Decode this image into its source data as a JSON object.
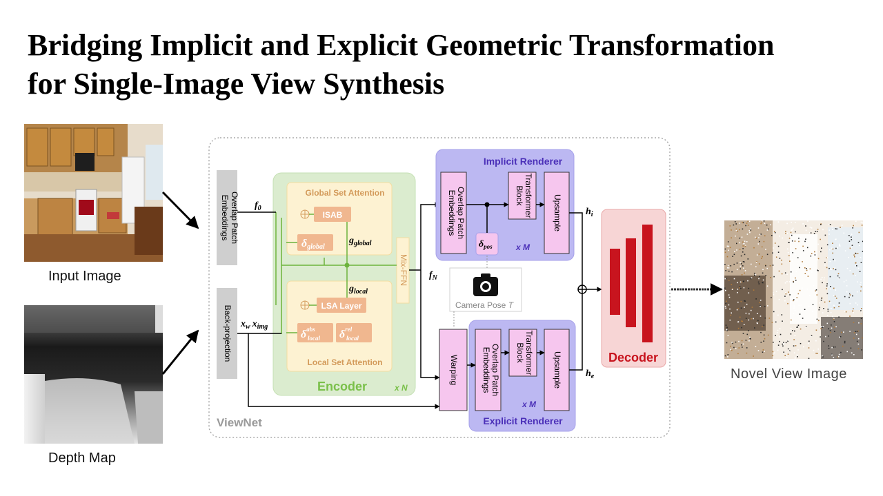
{
  "title": {
    "line1": "Bridging Implicit and Explicit Geometric Transformation",
    "line2": "for Single-Image View Synthesis"
  },
  "inputs": {
    "input_image_label": "Input Image",
    "depth_map_label": "Depth Map"
  },
  "output": {
    "label": "Novel View Image"
  },
  "viewnet": {
    "name": "ViewNet",
    "overlap_patch": [
      "Overlap Patch",
      "Embeddings"
    ],
    "back_projection": "Back-projection",
    "f0": "f",
    "f0_sub": "0",
    "fN": "f",
    "fN_sub": "N",
    "xw": "x",
    "xw_sub": "w",
    "ximg": "x",
    "ximg_sub": "img",
    "encoder": {
      "label": "Encoder",
      "repeat": "x N",
      "global_set_attention": "Global Set Attention",
      "isab": "ISAB",
      "delta_global_sub": "global",
      "g_global_sub": "global",
      "g_local_sub": "local",
      "lsa_layer": "LSA Layer",
      "delta_abs_sup": "abs",
      "delta_abs_sub": "local",
      "delta_rel_sup": "rel",
      "delta_rel_sub": "local",
      "local_set_attention": "Local Set Attention",
      "mix_ffn": "Mix-FFN"
    },
    "implicit_renderer": {
      "label": "Implicit Renderer",
      "overlap_patch": [
        "Overlap Patch",
        "Embeddings"
      ],
      "transformer_block": [
        "Transformer",
        "Block"
      ],
      "upsample": "Upsample",
      "delta_pos_sub": "pos",
      "repeat": "x M",
      "h_sub": "i"
    },
    "explicit_renderer": {
      "label": "Explicit Renderer",
      "warping": "Warping",
      "overlap_patch": [
        "Overlap Patch",
        "Embeddings"
      ],
      "transformer_block": [
        "Transformer",
        "Block"
      ],
      "upsample": "Upsample",
      "repeat": "x M",
      "h_sub": "e"
    },
    "camera_pose": "Camera Pose",
    "camera_pose_var": "T",
    "decoder": "Decoder"
  },
  "colors": {
    "encoder_fill": "#dbeccf",
    "attention_fill": "#fdf2d2",
    "attention_text": "#d39a5a",
    "orange_box": "#f0b78f",
    "renderer_fill": "#bcb8f2",
    "renderer_text": "#4b30b8",
    "pink_box": "#f6c6ee",
    "decoder_fill": "#f7d5d5",
    "decoder_red": "#c8141e",
    "green_line": "#6cb33c",
    "gray_box": "#cfcfcf"
  }
}
